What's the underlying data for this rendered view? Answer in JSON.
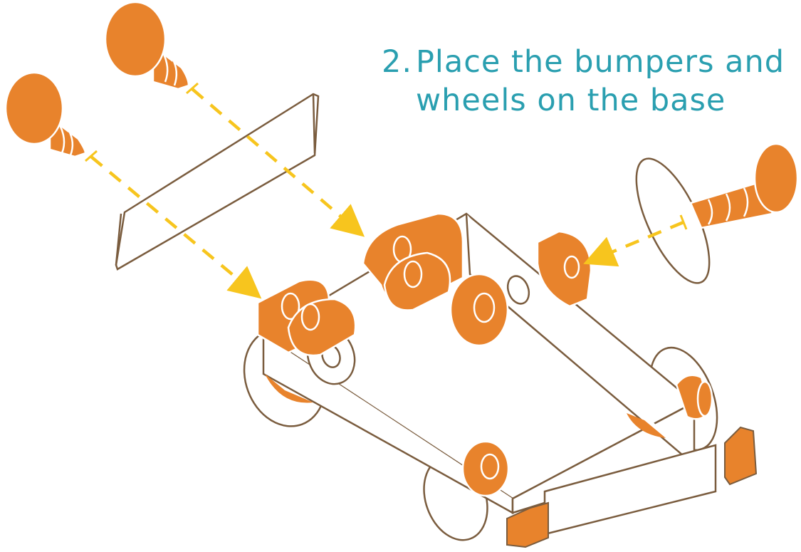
{
  "title": {
    "number": "2.",
    "line1": "Place the bumpers and",
    "line2": "wheels on the base"
  },
  "colors": {
    "title": "#2a9fb0",
    "orange_part": "#e8832c",
    "outline": "#7a5c3e",
    "arrow": "#f7c51e",
    "background": "#ffffff"
  },
  "parts": [
    "screw",
    "screw",
    "screw",
    "plate",
    "wheel",
    "wheel",
    "wheel",
    "wheel",
    "bumper",
    "bumper",
    "bumper",
    "base",
    "foot",
    "foot"
  ]
}
